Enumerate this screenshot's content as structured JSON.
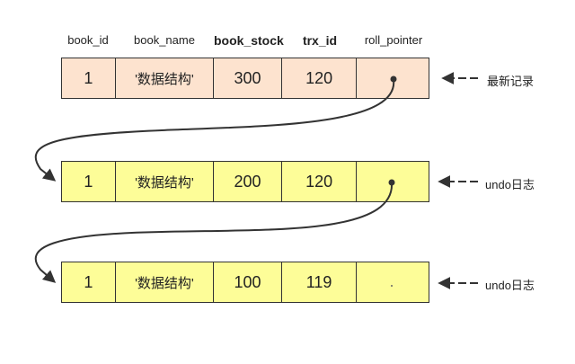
{
  "columns": [
    "book_id",
    "book_name",
    "book_stock",
    "trx_id",
    "roll_pointer"
  ],
  "rows": [
    {
      "book_id": "1",
      "book_name": "'数据结构'",
      "book_stock": "300",
      "trx_id": "120",
      "label": "最新记录"
    },
    {
      "book_id": "1",
      "book_name": "'数据结构'",
      "book_stock": "200",
      "trx_id": "120",
      "label": "undo日志"
    },
    {
      "book_id": "1",
      "book_name": "'数据结构'",
      "book_stock": "100",
      "trx_id": "119",
      "label": "undo日志"
    }
  ],
  "colors": {
    "current_row": "#fde3cf",
    "undo_row": "#fdfd98",
    "line": "#333333"
  }
}
